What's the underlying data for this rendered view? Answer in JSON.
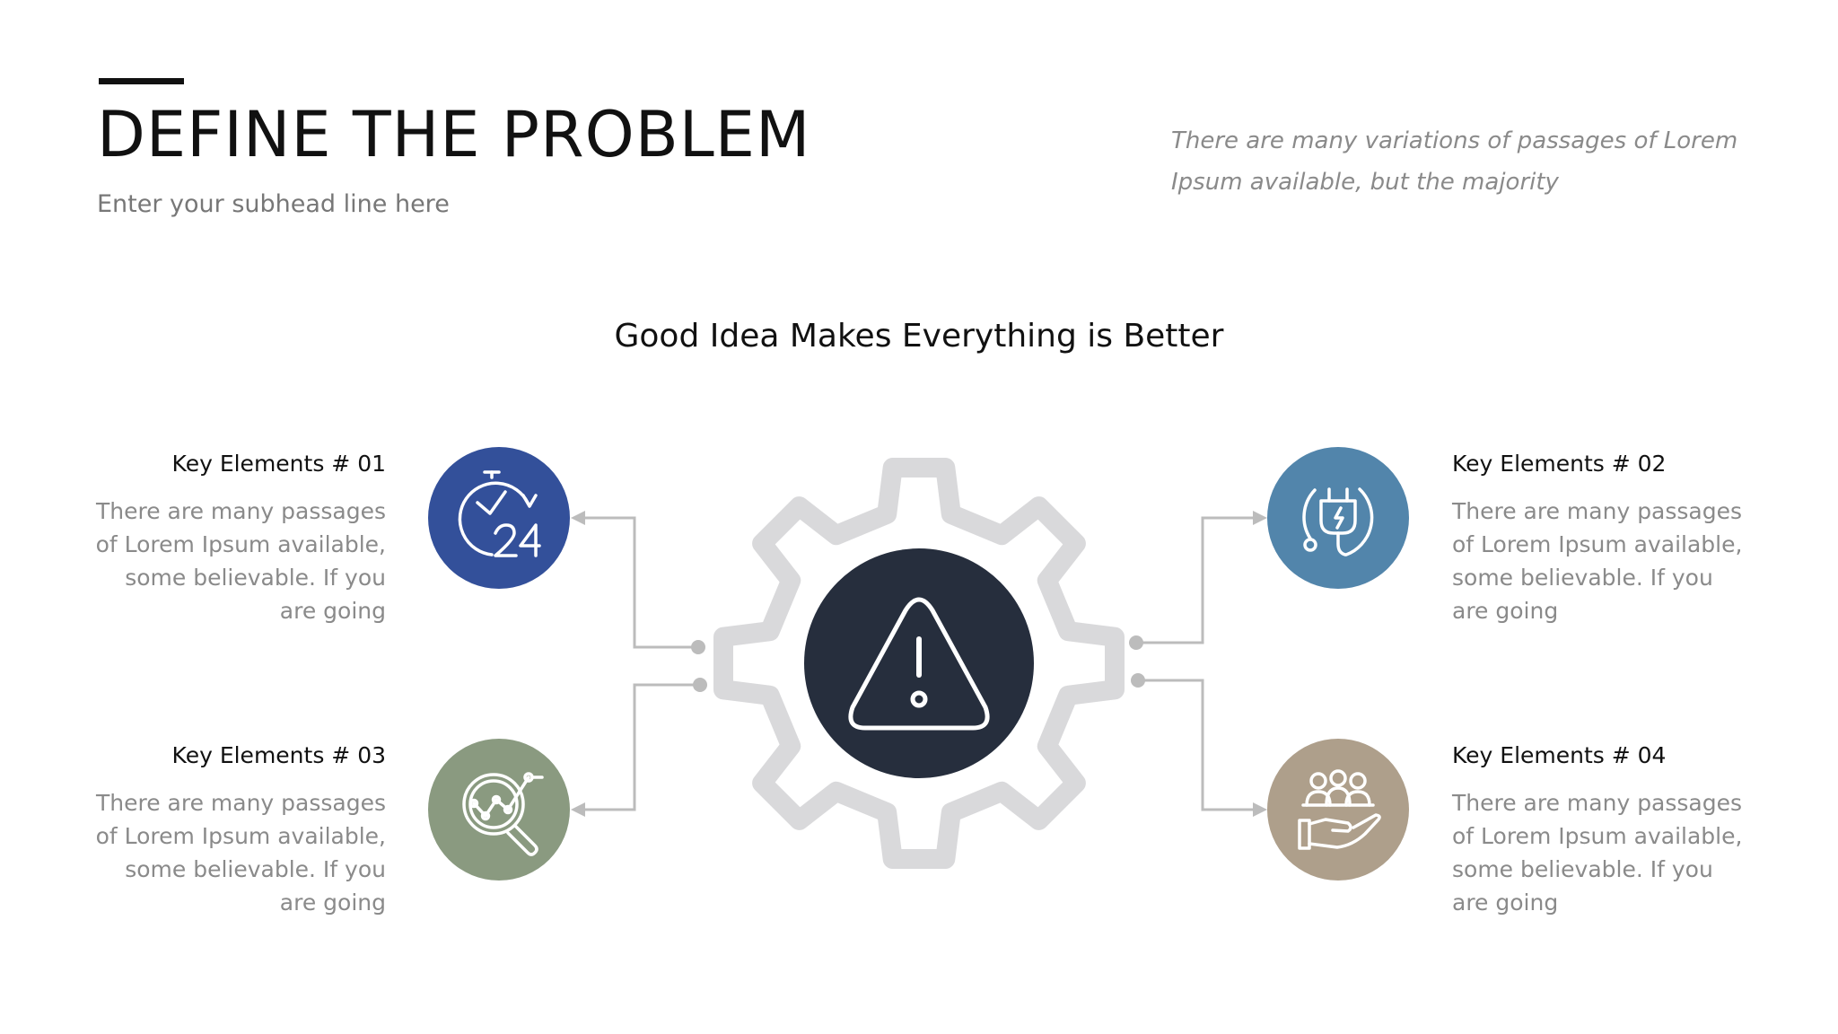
{
  "header": {
    "title": "DEFINE THE PROBLEM",
    "subhead": "Enter your subhead line here",
    "intro": "There are many variations of passages of Lorem Ipsum available, but the majority"
  },
  "diagram": {
    "heading": "Good Idea Makes Everything is Better",
    "center_icon": "warning-triangle-icon",
    "center_color": "#262e3d",
    "gear_color": "#d9d9db",
    "items": [
      {
        "heading": "Key Elements # 01",
        "body": "There are many passages of Lorem Ipsum available, some believable. If you are going",
        "icon": "clock-24-icon",
        "color": "#33509a"
      },
      {
        "heading": "Key Elements # 02",
        "body": "There are many passages of Lorem Ipsum available, some believable. If you are going",
        "icon": "power-plug-icon",
        "color": "#5285ab"
      },
      {
        "heading": "Key Elements # 03",
        "body": "There are many passages of Lorem Ipsum available, some believable. If you are going",
        "icon": "magnifier-chart-icon",
        "color": "#8a9a80"
      },
      {
        "heading": "Key Elements # 04",
        "body": "There are many passages of Lorem Ipsum available, some believable. If you are going",
        "icon": "people-hand-icon",
        "color": "#ae9f8b"
      }
    ]
  }
}
